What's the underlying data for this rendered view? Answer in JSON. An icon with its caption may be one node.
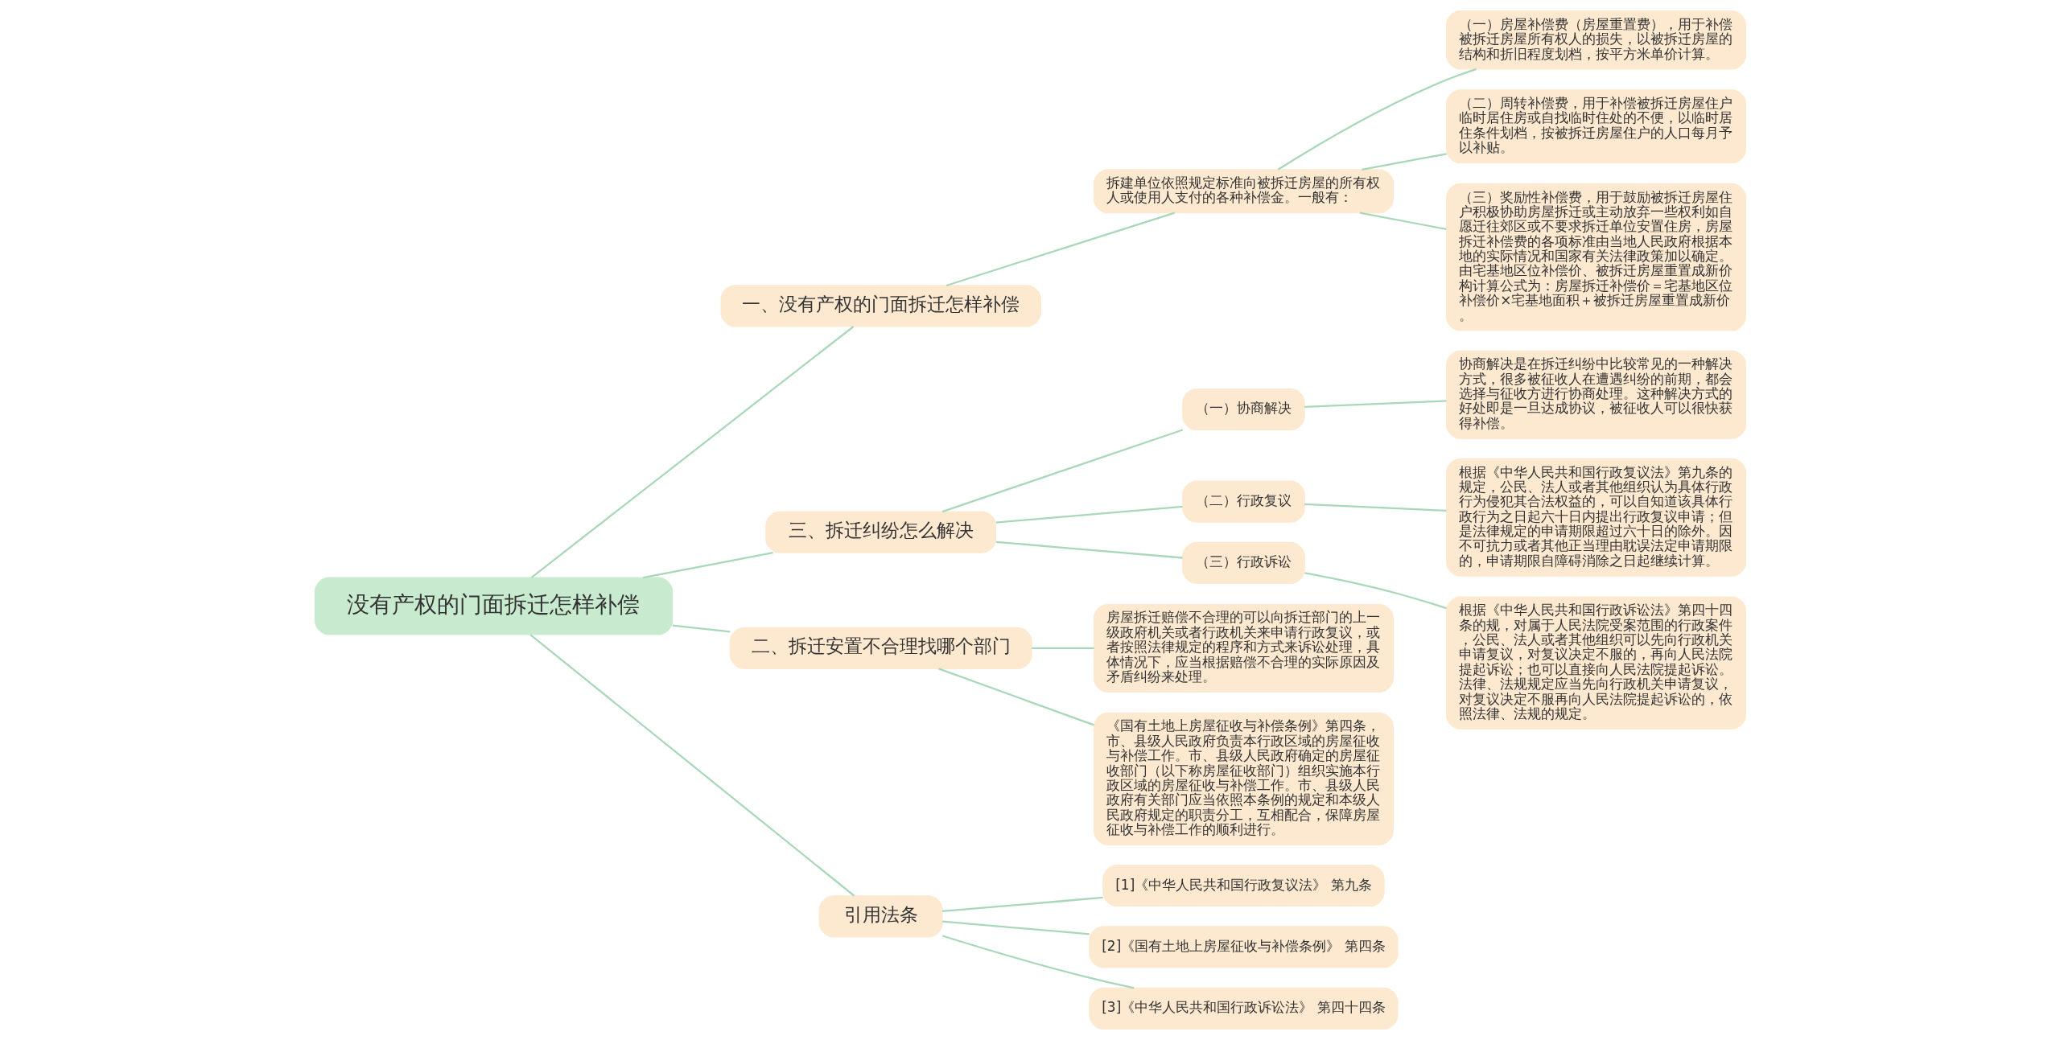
{
  "diagram": {
    "nodes": [
      {
        "text": [
          "没有产权的门面拆迁怎样补偿"
        ]
      },
      {
        "text": [
          "一、没有产权的门面拆迁怎样补偿"
        ]
      },
      {
        "text": [
          "拆建单位依照规定标准向被拆迁房屋的所有权人或使用人支付的各种补偿金。一般有："
        ]
      },
      {
        "text": [
          "（一）房屋补偿费（房屋重置费），用于补偿被拆迁房屋所有权人的损失，以被拆迁房屋的结构和折旧程度划档，按平方米单价计算。"
        ]
      },
      {
        "text": [
          "（二）周转补偿费，用于补偿被拆迁房屋住户临时居住房或自找临时住处的不便，以临时居住条件划档，按被拆迁房屋住户的人口每月予以补贴。"
        ]
      },
      {
        "text": [
          "（三）奖励性补偿费，用于鼓励被拆迁房屋住户积极协助房屋拆迁或主动放弃一些权利如自愿迁往郊区或不要求拆迁单位安置住房，房屋拆迁补偿费的各项标准由当地人民政府根据本地的实际情况和国家有关法律政策加以确定。由宅基地区位补偿价、被拆迁房屋重置成新价构计算公式为：房屋拆迁补偿价＝宅基地区位补偿价×宅基地面积＋被拆迁房屋重置成新价。"
        ]
      },
      {
        "text": [
          "三、拆迁纠纷怎么解决"
        ]
      },
      {
        "text": [
          "（一）协商解决"
        ]
      },
      {
        "text": [
          "协商解决是在拆迁纠纷中比较常见的一种解决方式，很多被征收人在遭遇纠纷的前期，都会选择与征收方进行协商处理。这种解决方式的好处即是一旦达成协议，被征收人可以很快获得补偿。"
        ]
      },
      {
        "text": [
          "（二）行政复议"
        ]
      },
      {
        "text": [
          "根据《中华人民共和国行政复议法》第九条的规定，公民、法人或者其他组织认为具体行政行为侵犯其合法权益的，可以自知道该具体行政行为之日起六十日内提出行政复议申请；但是法律规定的申请期限超过六十日的除外。因不可抗力或者其他正当理由耽误法定申请期限的，申请期限自障碍消除之日起继续计算。"
        ]
      },
      {
        "text": [
          "（三）行政诉讼"
        ]
      },
      {
        "text": [
          "根据《中华人民共和国行政诉讼法》第四十四条的规，对属于人民法院受案范围的行政案件，公民、法人或者其他组织可以先向行政机关申请复议，对复议决定不服的，再向人民法院提起诉讼；也可以直接向人民法院提起诉讼。法律、法规规定应当先向行政机关申请复议，对复议决定不服再向人民法院提起诉讼的，依照法律、法规的规定。"
        ]
      },
      {
        "text": [
          "二、拆迁安置不合理找哪个部门"
        ]
      },
      {
        "text": [
          "房屋拆迁赔偿不合理的可以向拆迁部门的上一级政府机关或者行政机关来申请行政复议，或者按照法律规定的程序和方式来诉讼处理，具体情况下，应当根据赔偿不合理的实际原因及矛盾纠纷来处理。"
        ]
      },
      {
        "text": [
          "《国有土地上房屋征收与补偿条例》第四条，市、县级人民政府负责本行政区域的房屋征收与补偿工作。市、县级人民政府确定的房屋征收部门（以下称房屋征收部门）组织实施本行政区域的房屋征收与补偿工作。市、县级人民政府有关部门应当依照本条例的规定和本级人民政府规定的职责分工，互相配合，保障房屋征收与补偿工作的顺利进行。"
        ]
      },
      {
        "text": [
          "引用法条"
        ]
      },
      {
        "text": [
          "[1]《中华人民共和国行政复议法》 第九条"
        ]
      },
      {
        "text": [
          "[2]《国有土地上房屋征收与补偿条例》 第四条"
        ]
      },
      {
        "text": [
          "[3]《中华人民共和国行政诉讼法》 第四十四条"
        ]
      }
    ],
    "edges": [
      {
        "from": 0,
        "to": 1,
        "arrow": "none"
      },
      {
        "from": 1,
        "to": 2,
        "arrow": "none"
      },
      {
        "from": 2,
        "to": 3,
        "arrow": "none"
      },
      {
        "from": 2,
        "to": 4,
        "arrow": "none"
      },
      {
        "from": 2,
        "to": 5,
        "arrow": "none"
      },
      {
        "from": 0,
        "to": 6,
        "arrow": "none"
      },
      {
        "from": 6,
        "to": 7,
        "arrow": "none"
      },
      {
        "from": 7,
        "to": 8,
        "arrow": "none"
      },
      {
        "from": 6,
        "to": 9,
        "arrow": "none"
      },
      {
        "from": 9,
        "to": 10,
        "arrow": "none"
      },
      {
        "from": 6,
        "to": 11,
        "arrow": "none"
      },
      {
        "from": 11,
        "to": 12,
        "arrow": "none"
      },
      {
        "from": 0,
        "to": 13,
        "arrow": "none"
      },
      {
        "from": 13,
        "to": 14,
        "arrow": "none"
      },
      {
        "from": 13,
        "to": 15,
        "arrow": "none"
      },
      {
        "from": 0,
        "to": 16,
        "arrow": "none"
      },
      {
        "from": 16,
        "to": 17,
        "arrow": "none"
      },
      {
        "from": 16,
        "to": 18,
        "arrow": "none"
      },
      {
        "from": 16,
        "to": 19,
        "arrow": "none"
      }
    ]
  }
}
